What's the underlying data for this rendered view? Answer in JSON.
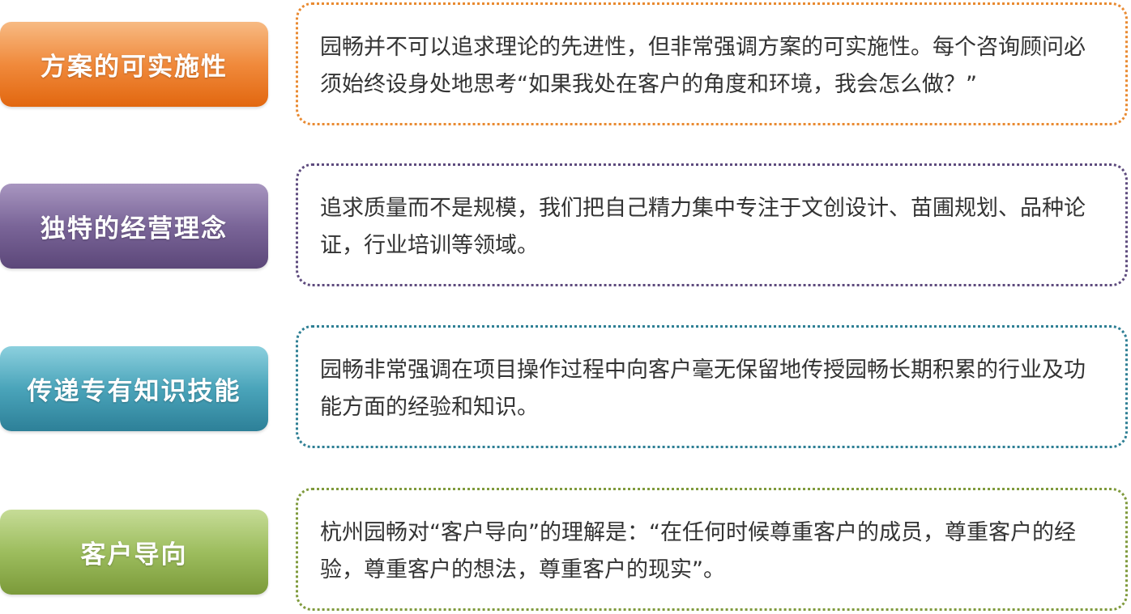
{
  "items": [
    {
      "title": "方案的可实施性",
      "text": "园畅并不可以追求理论的先进性，但非常强调方案的可实施性。每个咨询顾问必须始终设身处地思考“如果我处在客户的角度和环境，我会怎么做？”",
      "color": "#ec7b27"
    },
    {
      "title": "独特的经营理念",
      "text": "追求质量而不是规模，我们把自己精力集中专注于文创设计、苗圃规划、品种论证，行业培训等领域。",
      "color": "#6d5a8d"
    },
    {
      "title": "传递专有知识技能",
      "text": "园畅非常强调在项目操作过程中向客户毫无保留地传授园畅长期积累的行业及功能方面的经验和知识。",
      "color": "#3a93a8"
    },
    {
      "title": "客户导向",
      "text": "杭州园畅对“客户导向”的理解是：“在任何时候尊重客户的成员，尊重客户的经验，尊重客户的想法，尊重客户的现实”。",
      "color": "#8bab4b"
    }
  ]
}
